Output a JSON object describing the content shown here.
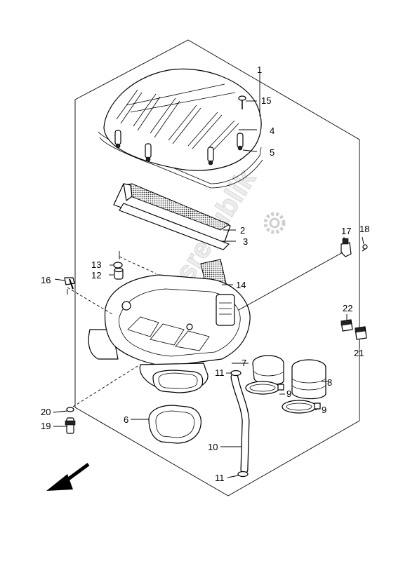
{
  "diagram": {
    "watermark": "Partsrepublik",
    "callouts": [
      {
        "id": "1",
        "label": "1"
      },
      {
        "id": "2",
        "label": "2"
      },
      {
        "id": "3",
        "label": "3"
      },
      {
        "id": "4",
        "label": "4"
      },
      {
        "id": "5",
        "label": "5"
      },
      {
        "id": "6",
        "label": "6"
      },
      {
        "id": "7",
        "label": "7"
      },
      {
        "id": "8",
        "label": "8"
      },
      {
        "id": "9a",
        "label": "9"
      },
      {
        "id": "9b",
        "label": "9"
      },
      {
        "id": "10",
        "label": "10"
      },
      {
        "id": "11a",
        "label": "11"
      },
      {
        "id": "11b",
        "label": "11"
      },
      {
        "id": "12",
        "label": "12"
      },
      {
        "id": "13",
        "label": "13"
      },
      {
        "id": "14",
        "label": "14"
      },
      {
        "id": "15",
        "label": "15"
      },
      {
        "id": "16",
        "label": "16"
      },
      {
        "id": "17",
        "label": "17"
      },
      {
        "id": "18",
        "label": "18"
      },
      {
        "id": "19",
        "label": "19"
      },
      {
        "id": "20",
        "label": "20"
      },
      {
        "id": "21",
        "label": "21"
      },
      {
        "id": "22",
        "label": "22"
      }
    ]
  }
}
